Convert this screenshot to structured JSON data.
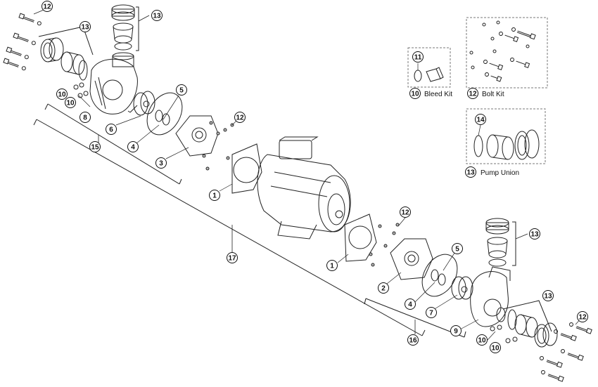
{
  "callouts": [
    {
      "id": "c12-tl",
      "n": "12"
    },
    {
      "id": "c13-top",
      "n": "13"
    },
    {
      "id": "c13-left",
      "n": "13"
    },
    {
      "id": "c10-a",
      "n": "10"
    },
    {
      "id": "c10-b",
      "n": "10"
    },
    {
      "id": "c8",
      "n": "8"
    },
    {
      "id": "c6",
      "n": "6"
    },
    {
      "id": "c15",
      "n": "15"
    },
    {
      "id": "c4-l",
      "n": "4"
    },
    {
      "id": "c5-l",
      "n": "5"
    },
    {
      "id": "c3",
      "n": "3"
    },
    {
      "id": "c12-mid",
      "n": "12"
    },
    {
      "id": "c1-l",
      "n": "1"
    },
    {
      "id": "c17",
      "n": "17"
    },
    {
      "id": "c12-r",
      "n": "12"
    },
    {
      "id": "c1-r",
      "n": "1"
    },
    {
      "id": "c5-r",
      "n": "5"
    },
    {
      "id": "c2",
      "n": "2"
    },
    {
      "id": "c4-r",
      "n": "4"
    },
    {
      "id": "c7",
      "n": "7"
    },
    {
      "id": "c9",
      "n": "9"
    },
    {
      "id": "c16",
      "n": "16"
    },
    {
      "id": "c10-c",
      "n": "10"
    },
    {
      "id": "c10-d",
      "n": "10"
    },
    {
      "id": "c13-br",
      "n": "13"
    },
    {
      "id": "c13-r",
      "n": "13"
    },
    {
      "id": "c12-br",
      "n": "12"
    },
    {
      "id": "k11",
      "n": "11"
    },
    {
      "id": "k10",
      "n": "10"
    },
    {
      "id": "k12",
      "n": "12"
    },
    {
      "id": "k14",
      "n": "14"
    },
    {
      "id": "k13",
      "n": "13"
    }
  ],
  "kits": {
    "bleed": "Bleed Kit",
    "bolt": "Bolt Kit",
    "union": "Pump Union"
  }
}
